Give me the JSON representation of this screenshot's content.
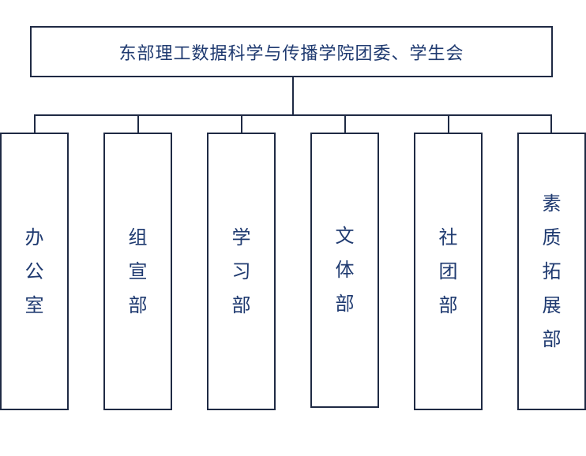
{
  "root": {
    "title": "东部理工数据科学与传播学院团委、学生会"
  },
  "departments": [
    {
      "label": "办公室",
      "chars": [
        "办",
        "公",
        "室"
      ]
    },
    {
      "label": "组宣部",
      "chars": [
        "组",
        "宣",
        "部"
      ]
    },
    {
      "label": "学习部",
      "chars": [
        "学",
        "习",
        "部"
      ]
    },
    {
      "label": "文体部",
      "chars": [
        "文",
        "体",
        "部"
      ]
    },
    {
      "label": "社团部",
      "chars": [
        "社",
        "团",
        "部"
      ]
    },
    {
      "label": "素质拓展部",
      "chars": [
        "素",
        "质",
        "拓",
        "展",
        "部"
      ]
    }
  ],
  "colors": {
    "line": "#1f2a44",
    "text": "#1f3a70"
  }
}
